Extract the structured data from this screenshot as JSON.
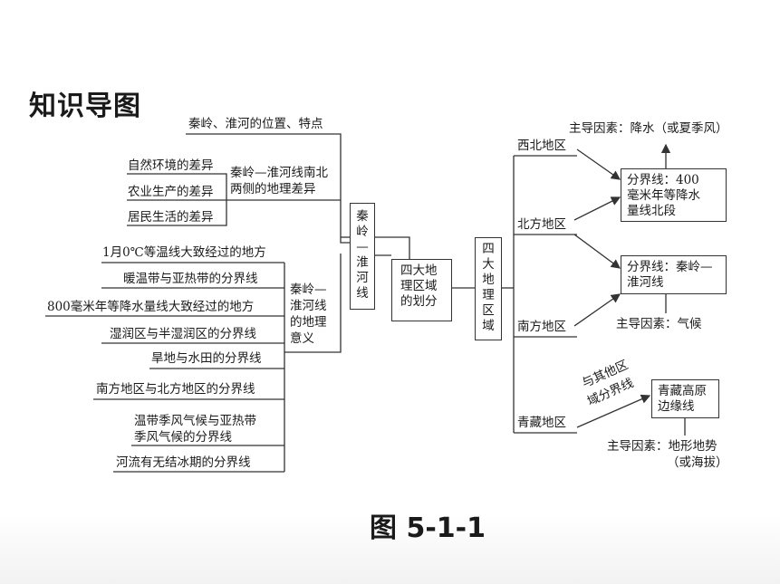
{
  "title": "知识导图",
  "caption": "图 5-1-1",
  "left_branches": {
    "position": "秦岭、淮河的位置、特点",
    "differences": {
      "label": [
        "秦岭—淮河线南北",
        "两侧的地理差异"
      ],
      "items": [
        "自然环境的差异",
        "农业生产的差异",
        "居民生活的差异"
      ]
    },
    "significance": {
      "label": [
        "秦岭—",
        "淮河线",
        "的地理",
        "意义"
      ],
      "items": [
        "1月0℃等温线大致经过的地方",
        "暖温带与亚热带的分界线",
        "800毫米年等降水量线大致经过的地方",
        "湿润区与半湿润区的分界线",
        "旱地与水田的分界线",
        "南方地区与北方地区的分界线",
        [
          "温带季风气候与亚热带",
          "季风气候的分界线"
        ],
        "河流有无结冰期的分界线"
      ]
    }
  },
  "center": {
    "qinling_box": [
      "秦",
      "岭",
      "—",
      "淮",
      "河",
      "线"
    ],
    "division_box": [
      "四大地",
      "理区域",
      "的划分"
    ],
    "regions_box": [
      "四",
      "大",
      "地",
      "理",
      "区",
      "域"
    ]
  },
  "right": {
    "regions": [
      "西北地区",
      "北方地区",
      "南方地区",
      "青藏地区"
    ],
    "boundary_nw": [
      "分界线：400",
      "毫米年等降水",
      "量线北段"
    ],
    "boundary_ns": [
      "分界线：秦岭—",
      "淮河线"
    ],
    "boundary_qz": [
      "青藏高原",
      "边缘线"
    ],
    "factor_nw": "主导因素：降水（或夏季风）",
    "factor_ns": "主导因素：气候",
    "factor_qz": [
      "主导因素：地形地势",
      "（或海拔）"
    ],
    "qz_arrow_label": [
      "与其他区",
      "域分界线"
    ]
  }
}
